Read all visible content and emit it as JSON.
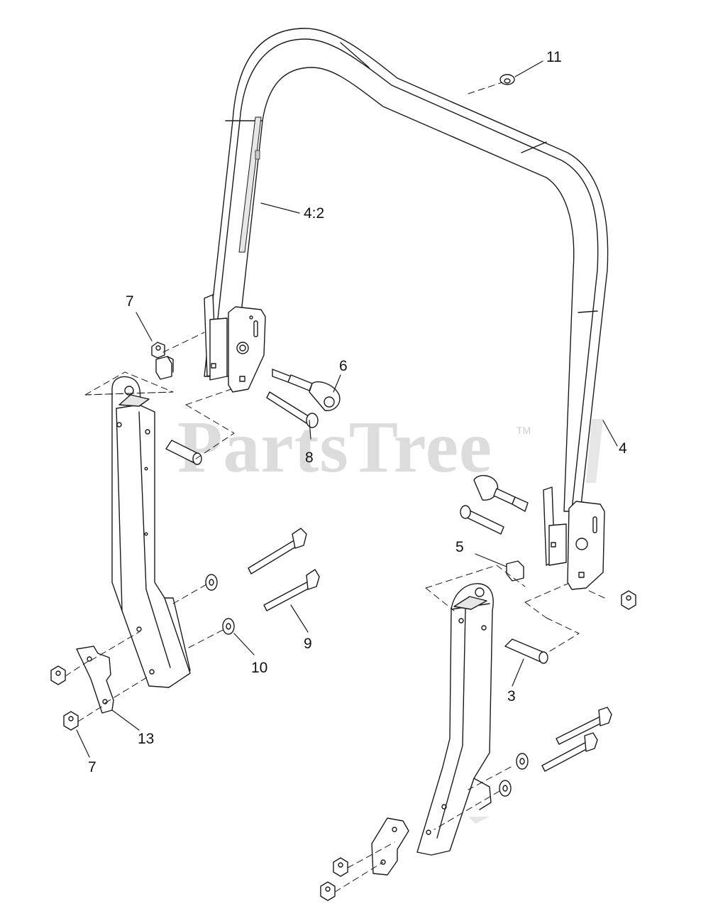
{
  "watermark": {
    "text": "PartsTree",
    "trademark": "TM"
  },
  "colors": {
    "line": "#1a1a1a",
    "shade": "#e6e6e6",
    "watermark": "#dcdcdc"
  },
  "callouts": [
    {
      "id": "11",
      "label": "11"
    },
    {
      "id": "4_2",
      "label": "4:2"
    },
    {
      "id": "7_top",
      "label": "7"
    },
    {
      "id": "6",
      "label": "6"
    },
    {
      "id": "8",
      "label": "8"
    },
    {
      "id": "4",
      "label": "4"
    },
    {
      "id": "5",
      "label": "5"
    },
    {
      "id": "9",
      "label": "9"
    },
    {
      "id": "10",
      "label": "10"
    },
    {
      "id": "3",
      "label": "3"
    },
    {
      "id": "13",
      "label": "13"
    },
    {
      "id": "7_bottom",
      "label": "7"
    }
  ]
}
